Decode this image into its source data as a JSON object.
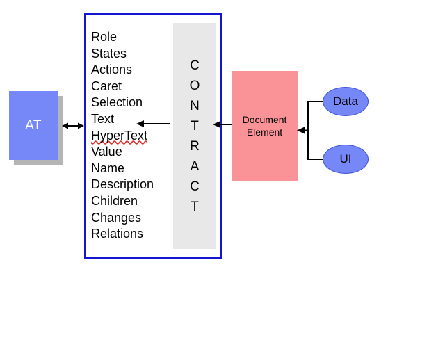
{
  "diagram": {
    "title": "Accessibility Contract Diagram",
    "colors": {
      "at_fill": "#7688f8",
      "at_shadow": "#b5b5b5",
      "contract_border": "#1414d2",
      "contract_strip": "#e8e8e8",
      "document_element_fill": "#fa9398",
      "ellipse_fill": "#7688f8",
      "ellipse_stroke": "#3b4fd8",
      "arrow": "#000000",
      "background": "#ffffff"
    }
  },
  "at_node": {
    "label": "AT"
  },
  "contract": {
    "vertical_label": "CONTRACT",
    "letters": [
      "C",
      "O",
      "N",
      "T",
      "R",
      "A",
      "C",
      "T"
    ],
    "properties": [
      {
        "label": "Role",
        "misspelled": false
      },
      {
        "label": "States",
        "misspelled": false
      },
      {
        "label": "Actions",
        "misspelled": false
      },
      {
        "label": "Caret",
        "misspelled": false
      },
      {
        "label": "Selection",
        "misspelled": false
      },
      {
        "label": "Text",
        "misspelled": false
      },
      {
        "label": "HyperText",
        "misspelled": true
      },
      {
        "label": "Value",
        "misspelled": false
      },
      {
        "label": "Name",
        "misspelled": false
      },
      {
        "label": "Description",
        "misspelled": false
      },
      {
        "label": "Children",
        "misspelled": false
      },
      {
        "label": "Changes",
        "misspelled": false
      },
      {
        "label": "Relations",
        "misspelled": false
      }
    ]
  },
  "document_element": {
    "line1": "Document",
    "line2": "Element"
  },
  "sources": [
    {
      "label": "Data"
    },
    {
      "label": "UI"
    }
  ],
  "connectors": {
    "at_to_contract": "double-arrow",
    "contract_to_properties": "left-arrow",
    "document_to_contract": "left-arrow",
    "sources_to_document": "bracket-left-arrow"
  }
}
